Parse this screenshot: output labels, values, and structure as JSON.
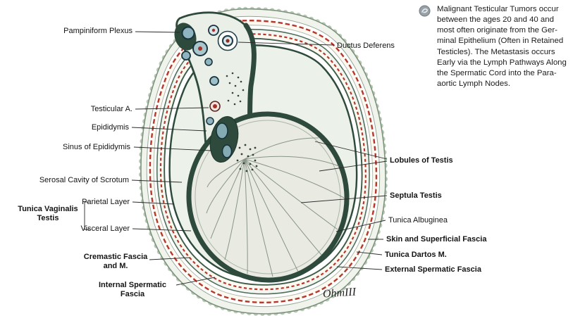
{
  "note": {
    "text": "Malignant Testicular Tumors occur\nbetween the ages 20 and 40 and\nmost often originate from the Ger-\nminal Epithelium (Often in Retained\nTesticles). The Metastasis occurs\nEarly via the Lymph Pathways Along\nthe Spermatic Cord into the Para-\naortic Lymph Nodes."
  },
  "signature": "OhmIII",
  "labels": {
    "left": [
      {
        "text": "Pampiniform Plexus"
      },
      {
        "text": "Testicular A."
      },
      {
        "text": "Epididymis"
      },
      {
        "text": "Sinus of Epididymis"
      },
      {
        "text": "Serosal Cavity of Scrotum"
      },
      {
        "text": "Parietal Layer"
      },
      {
        "text": "Visceral Layer"
      },
      {
        "text": "Tunica Vaginalis Testis"
      },
      {
        "text": "Cremastic Fascia and M."
      },
      {
        "text": "Internal Spermatic Fascia"
      }
    ],
    "right": [
      {
        "text": "Ductus Deferens"
      },
      {
        "text": "Lobules of Testis"
      },
      {
        "text": "Septula Testis"
      },
      {
        "text": "Tunica Albuginea"
      },
      {
        "text": "Skin and Superficial Fascia"
      },
      {
        "text": "Tunica Dartos M."
      },
      {
        "text": "External Spermatic Fascia"
      }
    ]
  },
  "colors": {
    "fascia_green": "#2e4a3c",
    "muscle_red": "#b5382c",
    "vein_blue": "#8fb4bf",
    "testis_fill": "#e9ebe2"
  }
}
